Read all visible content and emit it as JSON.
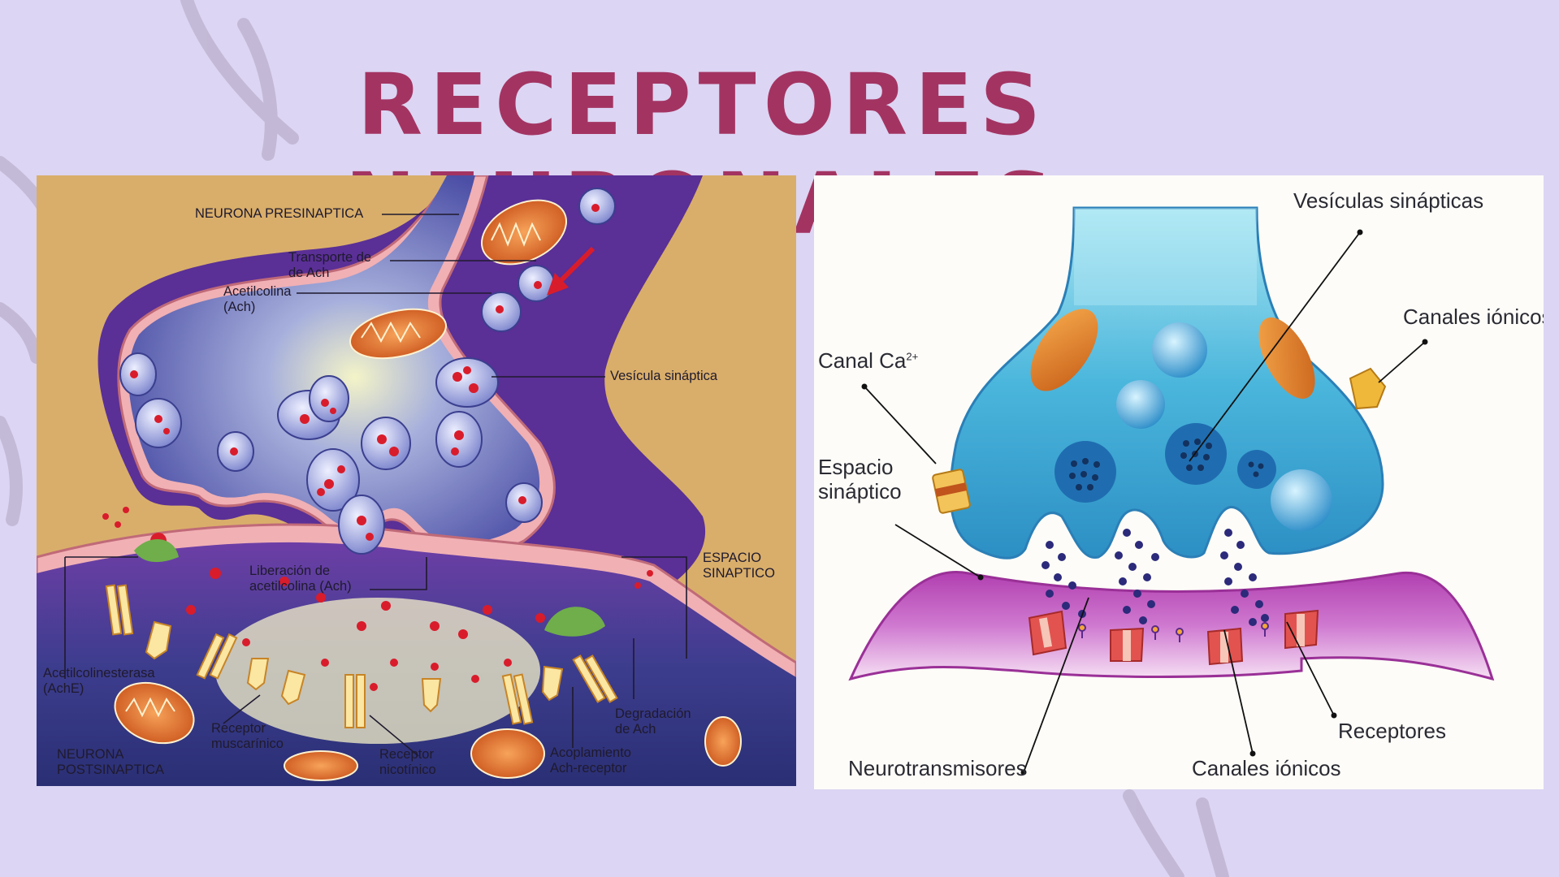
{
  "slide": {
    "title": "RECEPTORES NEURONALES",
    "colors": {
      "background": "#dcd5f3",
      "title": "#a33462"
    }
  },
  "left_diagram": {
    "labels": {
      "presynaptic_neuron": "NEURONA PRESINAPTICA",
      "ach_transport": "Transporte de\nde Ach",
      "acetylcholine": "Acetilcolina\n(Ach)",
      "synaptic_vesicle": "Vesícula sináptica",
      "ach_release": "Liberación de\nacetilcolina (Ach)",
      "synaptic_space": "ESPACIO\nSINAPTICO",
      "acetylcholinesterase": "Acetilcolinesterasa\n(AchE)",
      "postsynaptic_neuron": "NEURONA\nPOSTSINAPTICA",
      "muscarinic_receptor": "Receptor\nmuscarínico",
      "nicotinic_receptor": "Receptor\nnicotínico",
      "ach_degradation": "Degradación\nde Ach",
      "ach_receptor_coupling": "Acoplamiento\nAch-receptor"
    }
  },
  "right_diagram": {
    "labels": {
      "synaptic_vesicles": "Vesículas sinápticas",
      "ion_channels_top": "Canales iónicos",
      "ca_channel_prefix": "Canal Ca",
      "ca_channel_charge": "2+",
      "synaptic_space": "Espacio\nsináptico",
      "receptors": "Receptores",
      "neurotransmitters": "Neurotransmisores",
      "ion_channels_bottom": "Canales iónicos"
    }
  }
}
